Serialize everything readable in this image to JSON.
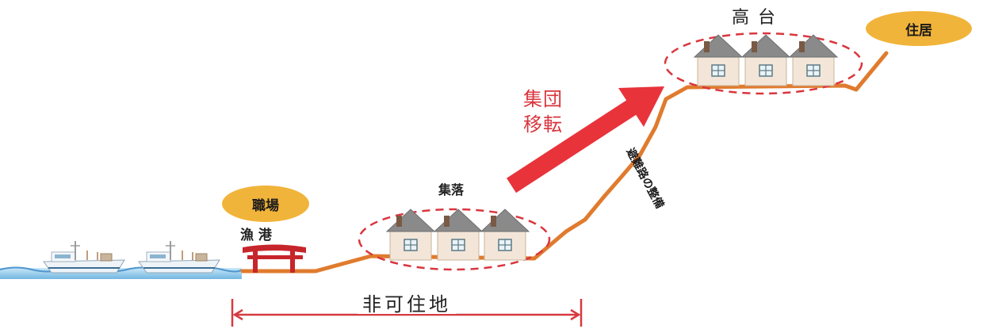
{
  "badges": {
    "workplace": "職場",
    "residence": "住居"
  },
  "labels": {
    "fishing_port": "漁 港",
    "village": "集落",
    "highland": "高 台",
    "relocation_line1": "集団",
    "relocation_line2": "移転",
    "evacuation_road": "避難路の整備",
    "non_habitable": "非可住地"
  },
  "colors": {
    "terrain": "#e07b2e",
    "badge": "#f1b43a",
    "relocation_arrow": "#e8333b",
    "dashed_circle": "#d9363e",
    "torii": "#c6262b",
    "dimension_line": "#d63a3f",
    "sea": "#7fc4ea"
  },
  "icons": [
    "fishing-boat-icon",
    "torii-gate-icon",
    "house-icon"
  ]
}
